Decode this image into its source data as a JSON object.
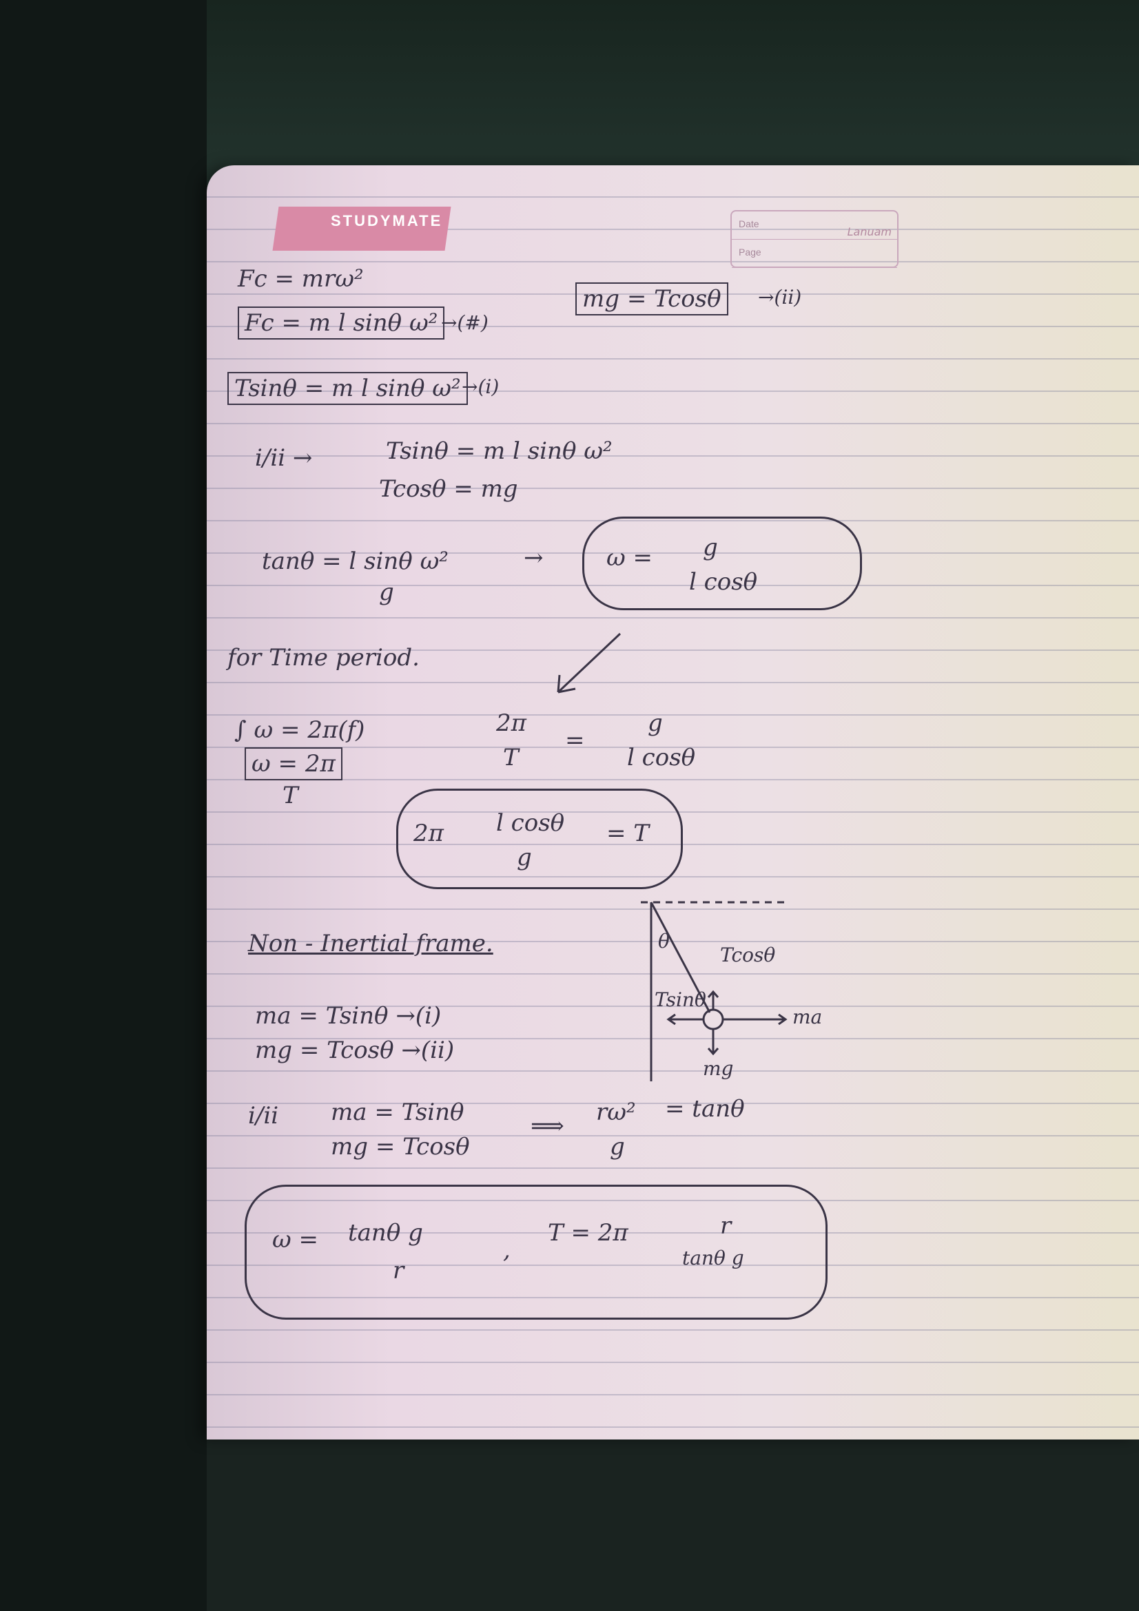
{
  "header": {
    "brand": "STUDYMATE",
    "date_label": "Date",
    "page_label": "Page",
    "page_mark": "Lanuam"
  },
  "notes": {
    "l1": "Fc = mrω²",
    "l2": "Fc = m l sinθ ω²",
    "l2_tag": "→(#)",
    "r1": "mg = Tcosθ",
    "r1_tag": "→(ii)",
    "l3": "Tsinθ = m l sinθ ω²",
    "l3_tag": "→(i)",
    "div_label": "i/ii →",
    "div_num": "Tsinθ = m l sinθ ω²",
    "div_den": "Tcosθ = mg",
    "tan_num": "tanθ = l sinθ ω²",
    "tan_den": "g",
    "arrow": "→",
    "omega_res_l": "ω =",
    "omega_res_num": "g",
    "omega_res_den": "l cosθ",
    "time_period": "for Time period.",
    "w_def": "∫ ω = 2π(f)",
    "w_box_num": "ω = 2π",
    "w_box_den": "T",
    "tp_num": "2π",
    "tp_den": "T",
    "tp_eq": "=",
    "tp_rhs_num": "g",
    "tp_rhs_den": "l cosθ",
    "res_T_l": "2π",
    "res_T_num": "l cosθ",
    "res_T_den": "g",
    "res_T_r": "= T",
    "noninertial": "Non - Inertial frame.",
    "ma_eq": "ma = Tsinθ →(i)",
    "mg_eq": "mg = Tcosθ →(ii)",
    "div2_label": "i/ii",
    "div2_num": "ma = Tsinθ",
    "div2_den": "mg = Tcosθ",
    "impl": "⟹",
    "rw_num": "rω²",
    "rw_den": "g",
    "rw_eq": "= tanθ",
    "final_w": "ω =",
    "final_w_rad": "tanθ g",
    "final_w_den": "r",
    "final_sep": ",",
    "final_T": "T = 2π",
    "final_T_num": "r",
    "final_T_den": "tanθ g",
    "diag_theta": "θ",
    "diag_tcos": "Tcosθ",
    "diag_tsin": "Tsinθ",
    "diag_ma": "ma",
    "diag_mg": "mg"
  }
}
